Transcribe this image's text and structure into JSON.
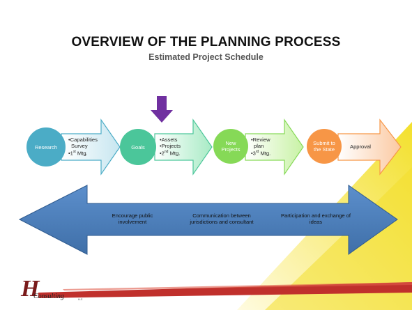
{
  "slide": {
    "title": "OVERVIEW OF THE PLANNING PROCESS",
    "subtitle": "Estimated Project Schedule"
  },
  "steps": [
    {
      "circle": "Research",
      "color": "#4bacc6",
      "arrow_fill": "#dbeef4",
      "arrow_stroke": "#4bacc6",
      "lines": [
        "•Capabilities",
        "Survey",
        "•1st Mtg."
      ]
    },
    {
      "circle": "Goals",
      "color": "#4bc69a",
      "arrow_fill": "#cdf1dc",
      "arrow_stroke": "#4bc69a",
      "lines": [
        "•Assets",
        "•Projects",
        "•2nd Mtg."
      ]
    },
    {
      "circle": "New Projects",
      "color": "#86d957",
      "arrow_fill": "#e1f7cf",
      "arrow_stroke": "#86d957",
      "lines": [
        "•Review",
        "plan",
        "•3rd Mtg."
      ]
    },
    {
      "circle": "Submit to the State",
      "color": "#f79646",
      "arrow_fill": "#fde5d3",
      "arrow_stroke": "#f79646",
      "lines": [
        "Approval"
      ]
    }
  ],
  "indicator": {
    "icon": "down-arrow-icon",
    "color": "#7030a0"
  },
  "banner_arrow": {
    "color": "#4f81bd",
    "texts": [
      "Encourage public involvement",
      "Communication between jurisdictions and consultant",
      "Participation and exchange of ideas"
    ]
  },
  "logo": {
    "letter": "H",
    "word": "Consulting",
    "suffix": "LLC"
  },
  "colors": {
    "bar_red": "#c0302c",
    "yellow": "#f5e640"
  }
}
